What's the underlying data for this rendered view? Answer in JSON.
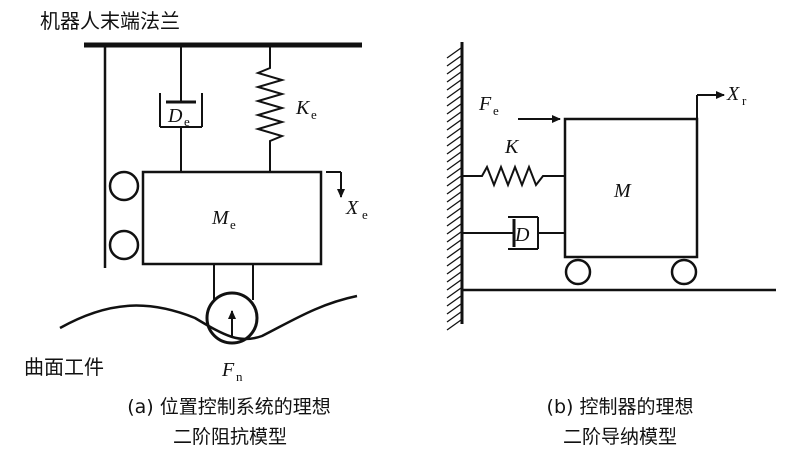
{
  "panel_a": {
    "flange_label": "机器人末端法兰",
    "damper_symbol": "D",
    "damper_sub": "e",
    "spring_symbol": "K",
    "spring_sub": "e",
    "mass_symbol": "M",
    "mass_sub": "e",
    "disp_symbol": "X",
    "disp_sub": "e",
    "surface_label": "曲面工件",
    "force_symbol": "F",
    "force_sub": "n",
    "caption_line1": "(a) 位置控制系统的理想",
    "caption_line2": "二阶阻抗模型"
  },
  "panel_b": {
    "force_symbol": "F",
    "force_sub": "e",
    "spring_symbol": "K",
    "damper_symbol": "D",
    "mass_symbol": "M",
    "disp_symbol": "X",
    "disp_sub": "r",
    "caption_line1": "(b) 控制器的理想",
    "caption_line2": "二阶导纳模型"
  }
}
